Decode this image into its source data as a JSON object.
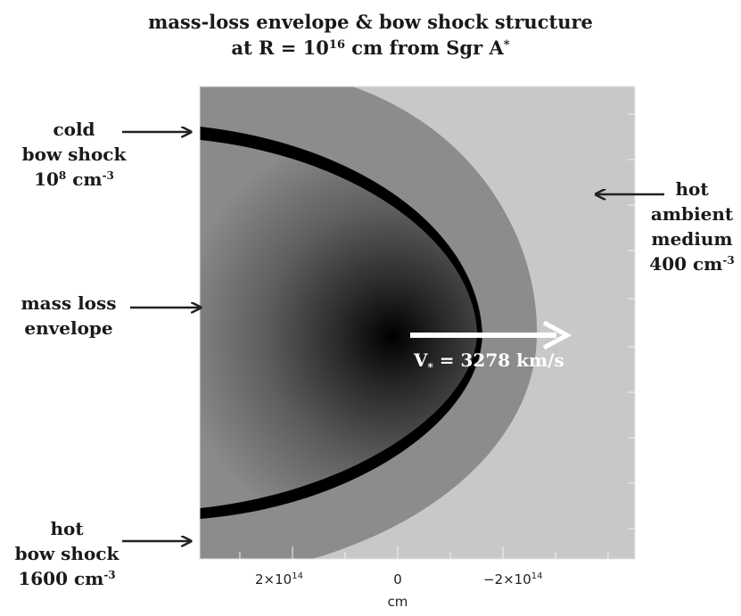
{
  "title": {
    "line1": "mass-loss envelope & bow shock structure",
    "line2_prefix": "at R = 10",
    "line2_exp": "16",
    "line2_mid": " cm from Sgr A",
    "line2_sup": "*"
  },
  "labels": {
    "cold_bow_shock": {
      "line1": "cold",
      "line2": "bow shock",
      "density_base": "10",
      "density_exp": "8",
      "density_unit": " cm",
      "density_unit_exp": "-3"
    },
    "mass_loss_envelope": {
      "line1": "mass loss",
      "line2": "envelope"
    },
    "hot_bow_shock": {
      "line1": "hot",
      "line2": "bow shock",
      "density_value": "1600 cm",
      "density_exp": "-3"
    },
    "hot_ambient_medium": {
      "line1": "hot",
      "line2": "ambient",
      "line3": "medium",
      "density_value": "400 cm",
      "density_exp": "-3"
    }
  },
  "velocity": {
    "symbol": "V",
    "subscript": "*",
    "text": " = 3278 km/s"
  },
  "axis": {
    "xlabel": "cm",
    "ticks": [
      "2×10",
      "0",
      "−2×10"
    ],
    "tick_exp": "14"
  },
  "colors": {
    "ambient": "#c8c8c8",
    "hot_bow_shock": "#8c8c8c",
    "cold_bow_shock": "#000000",
    "envelope_center": "#000000",
    "envelope_edge": "#8a8a8a",
    "arrow": "#222222",
    "velocity_arrow": "#ffffff"
  }
}
